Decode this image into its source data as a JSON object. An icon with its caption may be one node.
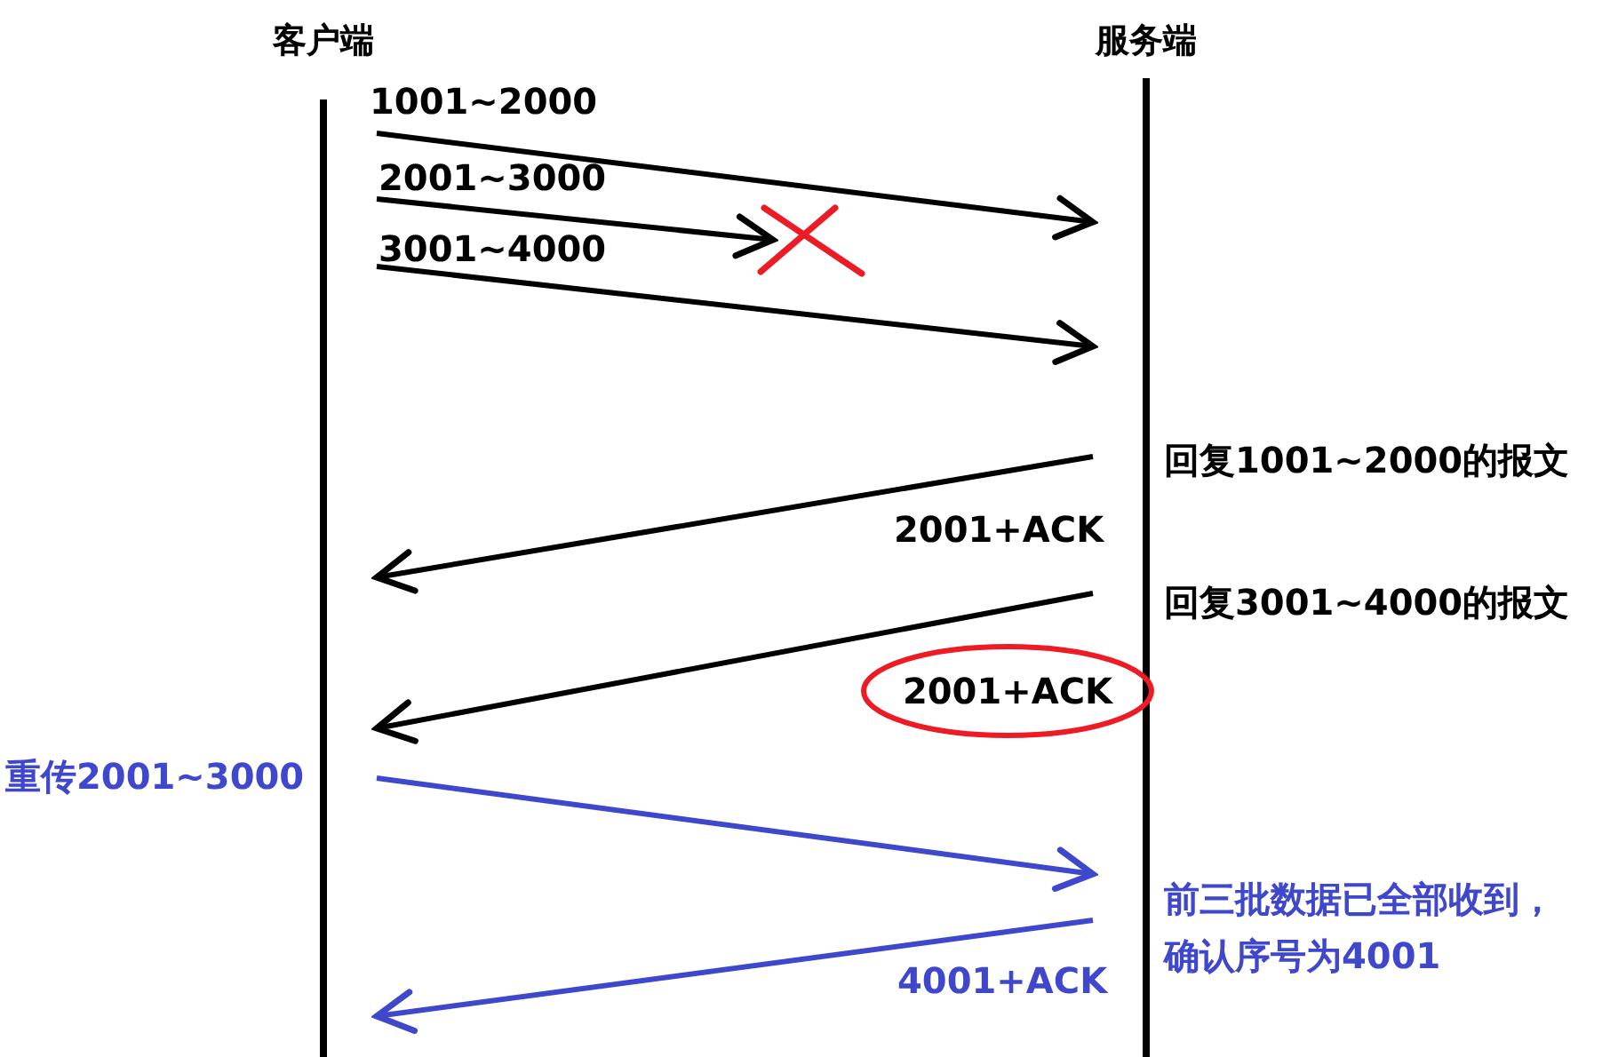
{
  "diagram": {
    "nodes": [
      {
        "text": [
          "客户端"
        ]
      },
      {
        "text": [
          "服务端"
        ]
      },
      {
        "text": [
          "2001+ACK"
        ]
      }
    ],
    "edges": [
      {
        "from": 0,
        "to": 1,
        "arrow": "to",
        "label": "1001~2000"
      },
      {
        "from": 0,
        "to": null,
        "arrow": "to",
        "label": "2001~3000"
      },
      {
        "from": 0,
        "to": 1,
        "arrow": "to",
        "label": "3001~4000"
      },
      {
        "from": 1,
        "to": 0,
        "arrow": "to",
        "label": "2001+ACK"
      },
      {
        "from": 1,
        "to": 0,
        "arrow": "to"
      },
      {
        "from": 0,
        "to": 1,
        "arrow": "to",
        "color": "#3f48cc"
      },
      {
        "from": 1,
        "to": 0,
        "arrow": "to",
        "label": "4001+ACK",
        "color": "#3f48cc"
      }
    ],
    "labels": [
      "回复1001~2000的报文",
      "回复3001~4000的报文",
      "重传2001~3000",
      "前三批数据已全部收到，确认序号为4001"
    ]
  }
}
